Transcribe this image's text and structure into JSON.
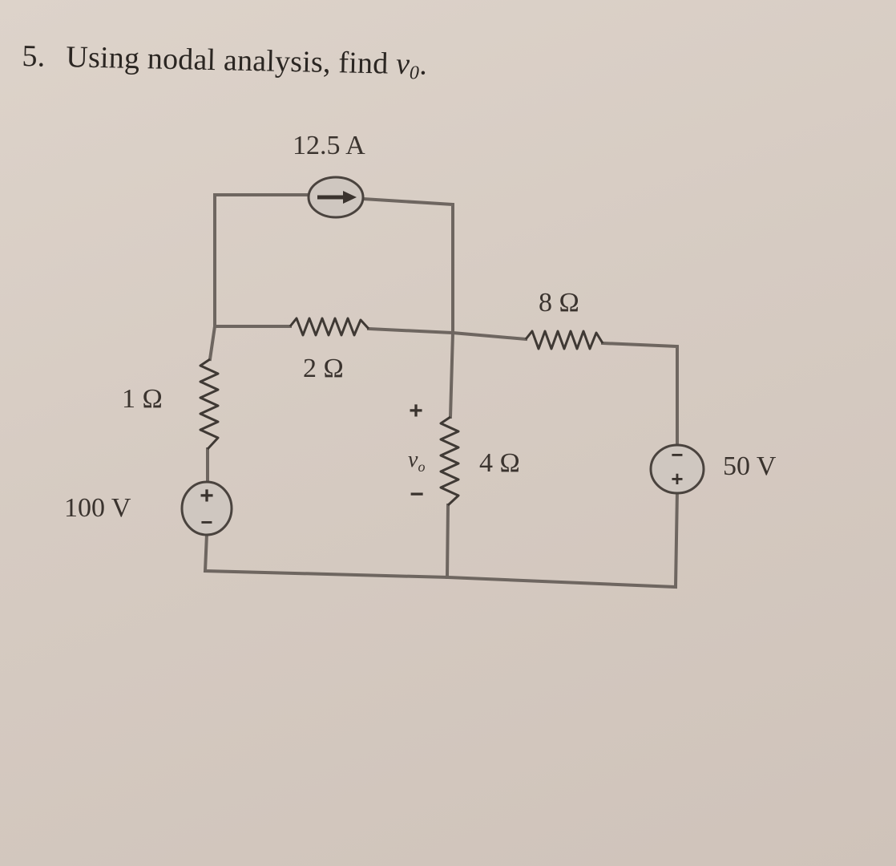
{
  "problem": {
    "number": "5.",
    "text": "Using nodal analysis, find ",
    "var": "v",
    "var_sub": "0",
    "end": "."
  },
  "components": {
    "current_source": "12.5 A",
    "r_top": "2 Ω",
    "r_right": "8 Ω",
    "r_left": "1 Ω",
    "r_middle": "4 Ω",
    "v_left": "100 V",
    "v_right": "50 V"
  },
  "vo_label": {
    "var": "v",
    "sub": "o",
    "plus": "+",
    "minus": "−"
  },
  "source_marks": {
    "plus": "+",
    "minus": "−"
  }
}
